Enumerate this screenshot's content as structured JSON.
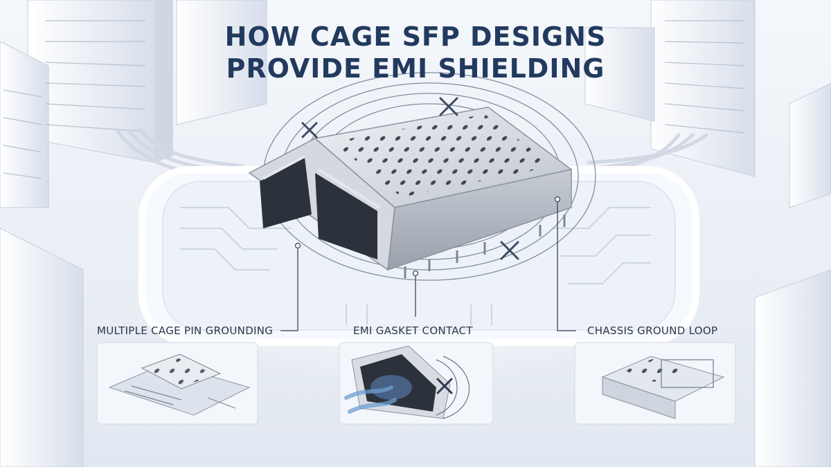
{
  "title": {
    "line1": "HOW CAGE SFP DESIGNS",
    "line2": "PROVIDE EMI SHIELDING"
  },
  "callouts": [
    {
      "label": "MULTIPLE CAGE PIN GROUNDING"
    },
    {
      "label": "EMI GASKET CONTACT"
    },
    {
      "label": "CHASSIS GROUND LOOP"
    }
  ],
  "colors": {
    "background": "#e9eef6",
    "title": "#223a5e",
    "label": "#2b3648",
    "cage_metal": "#c9ced6",
    "field_lines": "#6f7b8e",
    "blocked_marker": "#3d4a63",
    "emi_wave": "#6d9fd2"
  },
  "icons": {
    "blocked": "x-mark-icon",
    "gasket": "mesh-gasket-icon"
  }
}
